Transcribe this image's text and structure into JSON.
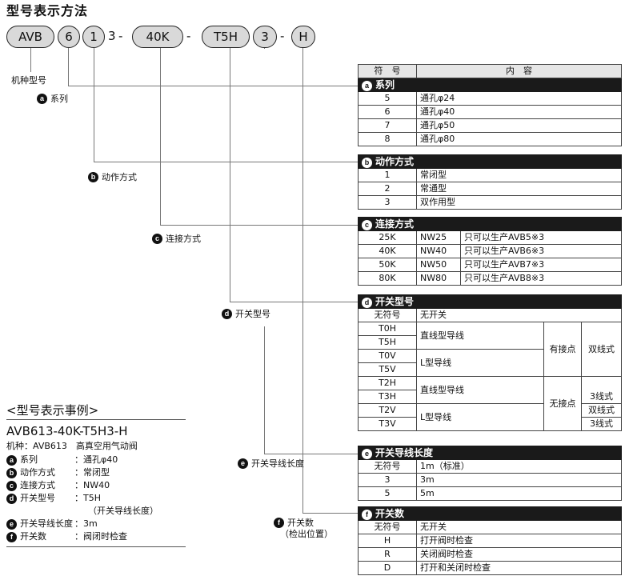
{
  "title": "型号表示方法",
  "code": {
    "parts": [
      "AVB",
      "6",
      "1",
      "3",
      "40K",
      "T5H",
      "3",
      "H"
    ],
    "separators": [
      "-",
      "-",
      "-"
    ]
  },
  "labels": {
    "model": "机种型号",
    "a": "系列",
    "b": "动作方式",
    "c": "连接方式",
    "d": "开关型号",
    "e": "开关导线长度",
    "f": "开关数",
    "f_sub": "（检出位置）"
  },
  "badges": {
    "a": "a",
    "b": "b",
    "c": "c",
    "d": "d",
    "e": "e",
    "f": "f"
  },
  "table": {
    "col_symbol": "符　号",
    "col_content": "内　容",
    "a": {
      "title": "系列",
      "rows": [
        [
          "5",
          "通孔φ24"
        ],
        [
          "6",
          "通孔φ40"
        ],
        [
          "7",
          "通孔φ50"
        ],
        [
          "8",
          "通孔φ80"
        ]
      ]
    },
    "b": {
      "title": "动作方式",
      "rows": [
        [
          "1",
          "常闭型"
        ],
        [
          "2",
          "常通型"
        ],
        [
          "3",
          "双作用型"
        ]
      ]
    },
    "c": {
      "title": "连接方式",
      "rows": [
        [
          "25K",
          "NW25",
          "只可以生产AVB5※3"
        ],
        [
          "40K",
          "NW40",
          "只可以生产AVB6※3"
        ],
        [
          "50K",
          "NW50",
          "只可以生产AVB7※3"
        ],
        [
          "80K",
          "NW80",
          "只可以生产AVB8※3"
        ]
      ]
    },
    "d": {
      "title": "开关型号",
      "none_sym": "无符号",
      "none_val": "无开关",
      "codes": [
        "T0H",
        "T5H",
        "T0V",
        "T5V",
        "T2H",
        "T3H",
        "T2V",
        "T3V"
      ],
      "lead_straight": "直线型导线",
      "lead_l": "L型导线",
      "contact": "有接点",
      "contactless": "无接点",
      "two_wire": "双线式",
      "three_wire": "3线式"
    },
    "e": {
      "title": "开关导线长度",
      "rows": [
        [
          "无符号",
          "1m（标准）"
        ],
        [
          "3",
          "3m"
        ],
        [
          "5",
          "5m"
        ]
      ]
    },
    "f": {
      "title": "开关数",
      "rows": [
        [
          "无符号",
          "无开关"
        ],
        [
          "H",
          "打开阀时检查"
        ],
        [
          "R",
          "关闭阀时检查"
        ],
        [
          "D",
          "打开和关闭时检查"
        ]
      ]
    }
  },
  "example": {
    "heading": "<型号表示事例>",
    "code": "AVB613-40K-T5H3-H",
    "model_line": "机种：AVB613　高真空用气动阀",
    "items": [
      {
        "label": "系列",
        "value": "：通孔φ40"
      },
      {
        "label": "动作方式",
        "value": "：常闭型"
      },
      {
        "label": "连接方式",
        "value": "：NW40"
      },
      {
        "label": "开关型号",
        "value": "：T5H"
      },
      {
        "label": "开关导线长度",
        "value": "：3m"
      },
      {
        "label": "开关数",
        "value": "：阀闭时检查"
      }
    ],
    "d_note": "（开关导线长度）"
  }
}
